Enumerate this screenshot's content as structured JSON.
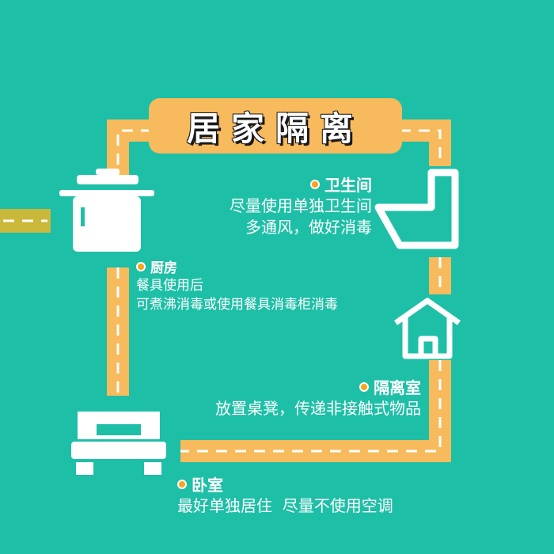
{
  "title": "居家隔离",
  "colors": {
    "background": "#1ebfa7",
    "road": "#f7ba5c",
    "accent_dot": "#f7a51c",
    "text": "#ffffff",
    "road_left_stub": "#c9b83a"
  },
  "rooms": {
    "bathroom": {
      "name": "卫生间",
      "line1": "尽量使用单独卫生间",
      "line2": "多通风，做好消毒",
      "icon": "toilet-icon"
    },
    "kitchen": {
      "name": "厨房",
      "line1": "餐具使用后",
      "line2": "可煮沸消毒或使用餐具消毒柜消毒",
      "icon": "cooking-pot-icon"
    },
    "isolation": {
      "name": "隔离室",
      "line1": "放置桌凳，传递非接触式物品",
      "icon": "house-icon"
    },
    "bedroom": {
      "name": "卧室",
      "line1": "最好单独居住  尽量不使用空调",
      "icon": "bed-icon"
    }
  }
}
